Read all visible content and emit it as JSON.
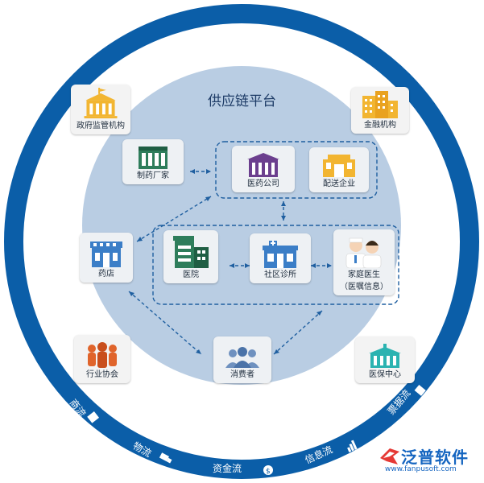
{
  "platform_title": "供应链平台",
  "nodes": {
    "gov": "政府监管机构",
    "finance": "金融机构",
    "pharma_factory": "制药厂家",
    "pharma_company": "医药公司",
    "distribution": "配送企业",
    "pharmacy": "药店",
    "hospital": "医院",
    "clinic": "社区诊所",
    "family_doctor": "家庭医生",
    "family_doctor_note": "（医嘱信息）",
    "consumer": "消费者",
    "association": "行业协会",
    "insurance": "医保中心"
  },
  "ring_labels": {
    "commerce": "商流",
    "logistics": "物流",
    "capital": "资金流",
    "information": "信息流",
    "document": "票据流"
  },
  "brand": {
    "name": "泛普软件",
    "url": "www.fanpusoft.com"
  },
  "colors": {
    "ring": "#0b5ea8",
    "inner_circle": "#b9cde3",
    "dashed": "#1f5fa0",
    "building_gold": "#f2b531",
    "green": "#2e7d5b",
    "purple": "#6b3f8e",
    "blue": "#3b7ec7",
    "teal": "#2bb3b1",
    "orange": "#e0642b"
  }
}
